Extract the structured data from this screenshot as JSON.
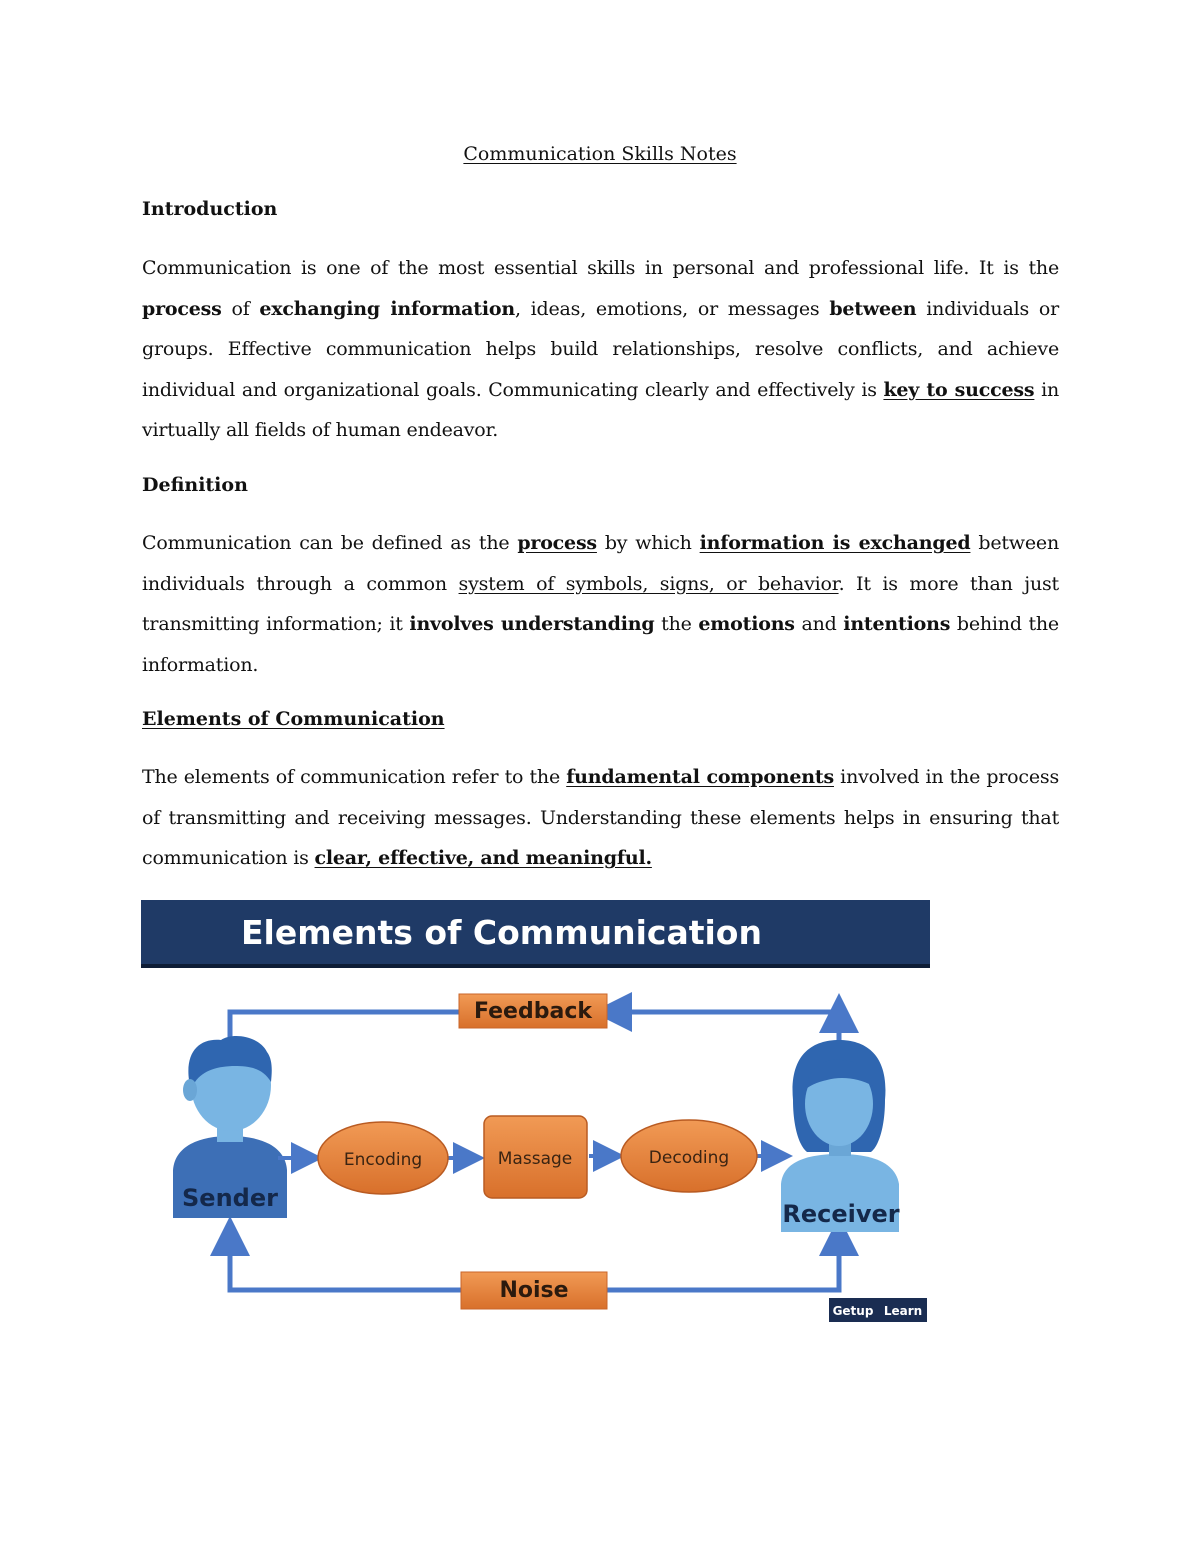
{
  "title": "Communication Skills Notes",
  "intro": {
    "heading": "Introduction",
    "p1": "Communication is one of the most essential skills in personal and professional life. It is the ",
    "b1": "process",
    "p2": " of ",
    "b2": "exchanging information",
    "p3": ", ideas, emotions, or messages ",
    "b3": "between",
    "p4": " individuals or groups. Effective communication helps build relationships, resolve conflicts, and achieve individual and organizational goals. Communicating clearly and effectively is ",
    "b4": "key to success",
    "p5": " in virtually all fields of human endeavor."
  },
  "definition": {
    "heading": "Definition",
    "p1": "Communication can be defined as the ",
    "b1": "process",
    "p2": " by which ",
    "b2": "information is exchanged",
    "p3": " between individuals through a common ",
    "u1": "system of symbols, signs, or behavior",
    "p4": ". It is more than just transmitting information; it ",
    "b3": "involves understanding",
    "p5": " the ",
    "b4": "emotions",
    "p6": " and ",
    "b5": "intentions",
    "p7": " behind the information."
  },
  "elements": {
    "heading": "Elements of Communication",
    "p1": "The elements of communication refer to the ",
    "b1": "fundamental components",
    "p2": " involved in the process of transmitting and receiving messages. Understanding these elements helps in ensuring that communication is ",
    "b2": "clear, effective, and meaningful."
  },
  "diagram": {
    "banner_title": "Elements of Communication",
    "feedback": "Feedback",
    "noise": "Noise",
    "sender": "Sender",
    "receiver": "Receiver",
    "encoding": "Encoding",
    "message": "Massage",
    "decoding": "Decoding",
    "brand_left": "Getup",
    "brand_right": "Learn",
    "colors": {
      "banner": "#1f3a66",
      "orange": "#e8843c",
      "arrow": "#4a78c8",
      "person": "#79b5e3",
      "person_dark": "#2f66b0"
    }
  }
}
